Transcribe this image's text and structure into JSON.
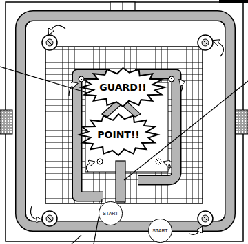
{
  "diagram": {
    "nodes": [
      {
        "text": [
          "GUARD!!"
        ]
      },
      {
        "text": [
          "POINT!!"
        ]
      },
      {
        "text": [
          "START"
        ]
      },
      {
        "text": [
          "START"
        ]
      }
    ]
  }
}
